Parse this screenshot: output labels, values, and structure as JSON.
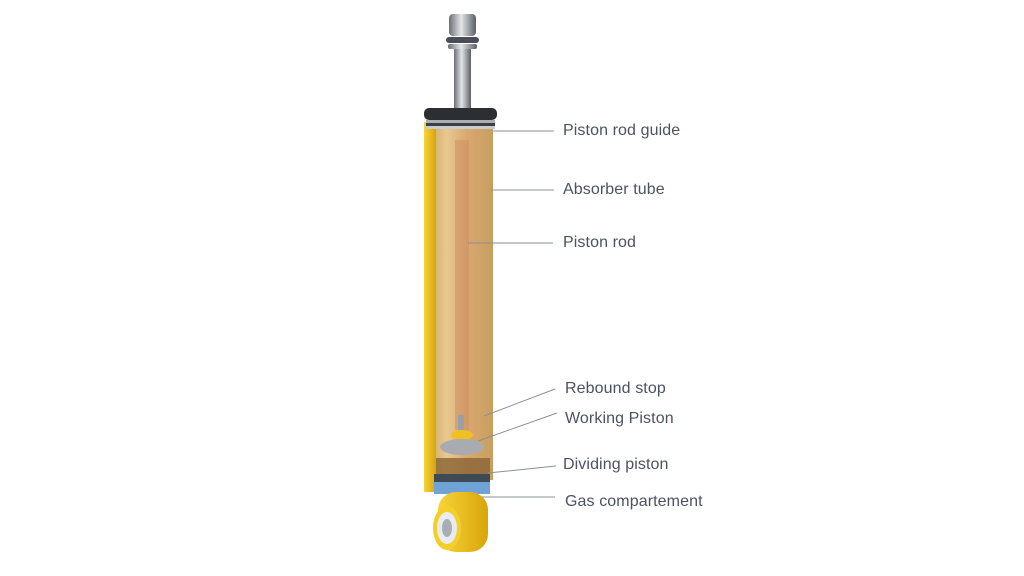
{
  "diagram": {
    "subject": "shock-absorber",
    "labels": [
      {
        "id": "piston-rod-guide",
        "text": "Piston rod guide"
      },
      {
        "id": "absorber-tube",
        "text": "Absorber tube"
      },
      {
        "id": "piston-rod",
        "text": "Piston rod"
      },
      {
        "id": "rebound-stop",
        "text": "Rebound stop"
      },
      {
        "id": "working-piston",
        "text": "Working Piston"
      },
      {
        "id": "dividing-piston",
        "text": "Dividing piston"
      },
      {
        "id": "gas-compartement",
        "text": "Gas compartement"
      }
    ],
    "colors": {
      "body": "#f2c21a",
      "leader": "#8a8f99",
      "text": "#4b5262",
      "gas": "#6fa3d6"
    }
  }
}
